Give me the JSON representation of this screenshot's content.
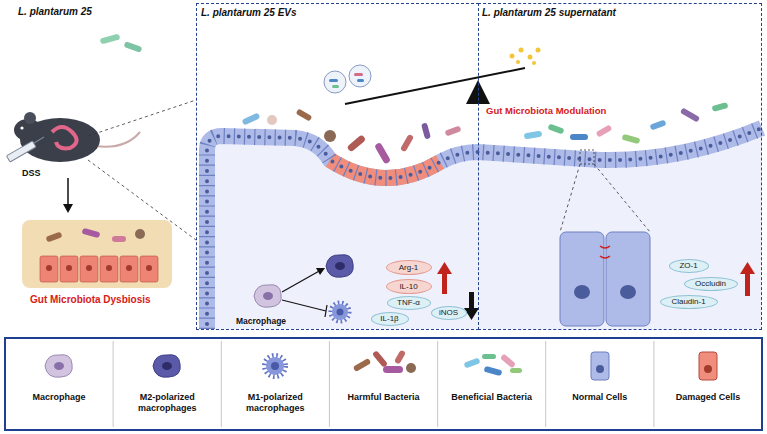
{
  "diagram": {
    "nodes": [
      {
        "text": [
          "L. plantarum 25 EVs"
        ]
      },
      {
        "text": [
          "L. plantarum 25 supernatant"
        ]
      },
      {
        "text": [
          "Arg-1"
        ],
        "in": 0
      },
      {
        "text": [
          "IL-10"
        ],
        "in": 0
      },
      {
        "text": [
          "TNF-α"
        ],
        "in": 0
      },
      {
        "text": [
          "iNOS"
        ],
        "in": 0
      },
      {
        "text": [
          "IL-1β"
        ],
        "in": 0
      },
      {
        "text": [
          "ZO-1"
        ],
        "in": 1
      },
      {
        "text": [
          "Occludin"
        ],
        "in": 1
      },
      {
        "text": [
          "Claudin-1"
        ],
        "in": 1
      }
    ],
    "labels": [
      "L. plantarum 25",
      "DSS",
      "Gut Microbiota Dysbiosis",
      "Gut Microbiota Modulation",
      "Macrophage"
    ],
    "legend": [
      {
        "text": "Macrophage"
      },
      {
        "text": "M2-polarized macrophages"
      },
      {
        "text": "M1-polarized macrophages"
      },
      {
        "text": "Harmful Bacteria"
      },
      {
        "text": "Beneficial Bacteria"
      },
      {
        "text": "Normal Cells"
      },
      {
        "text": "Damaged Cells"
      }
    ]
  }
}
